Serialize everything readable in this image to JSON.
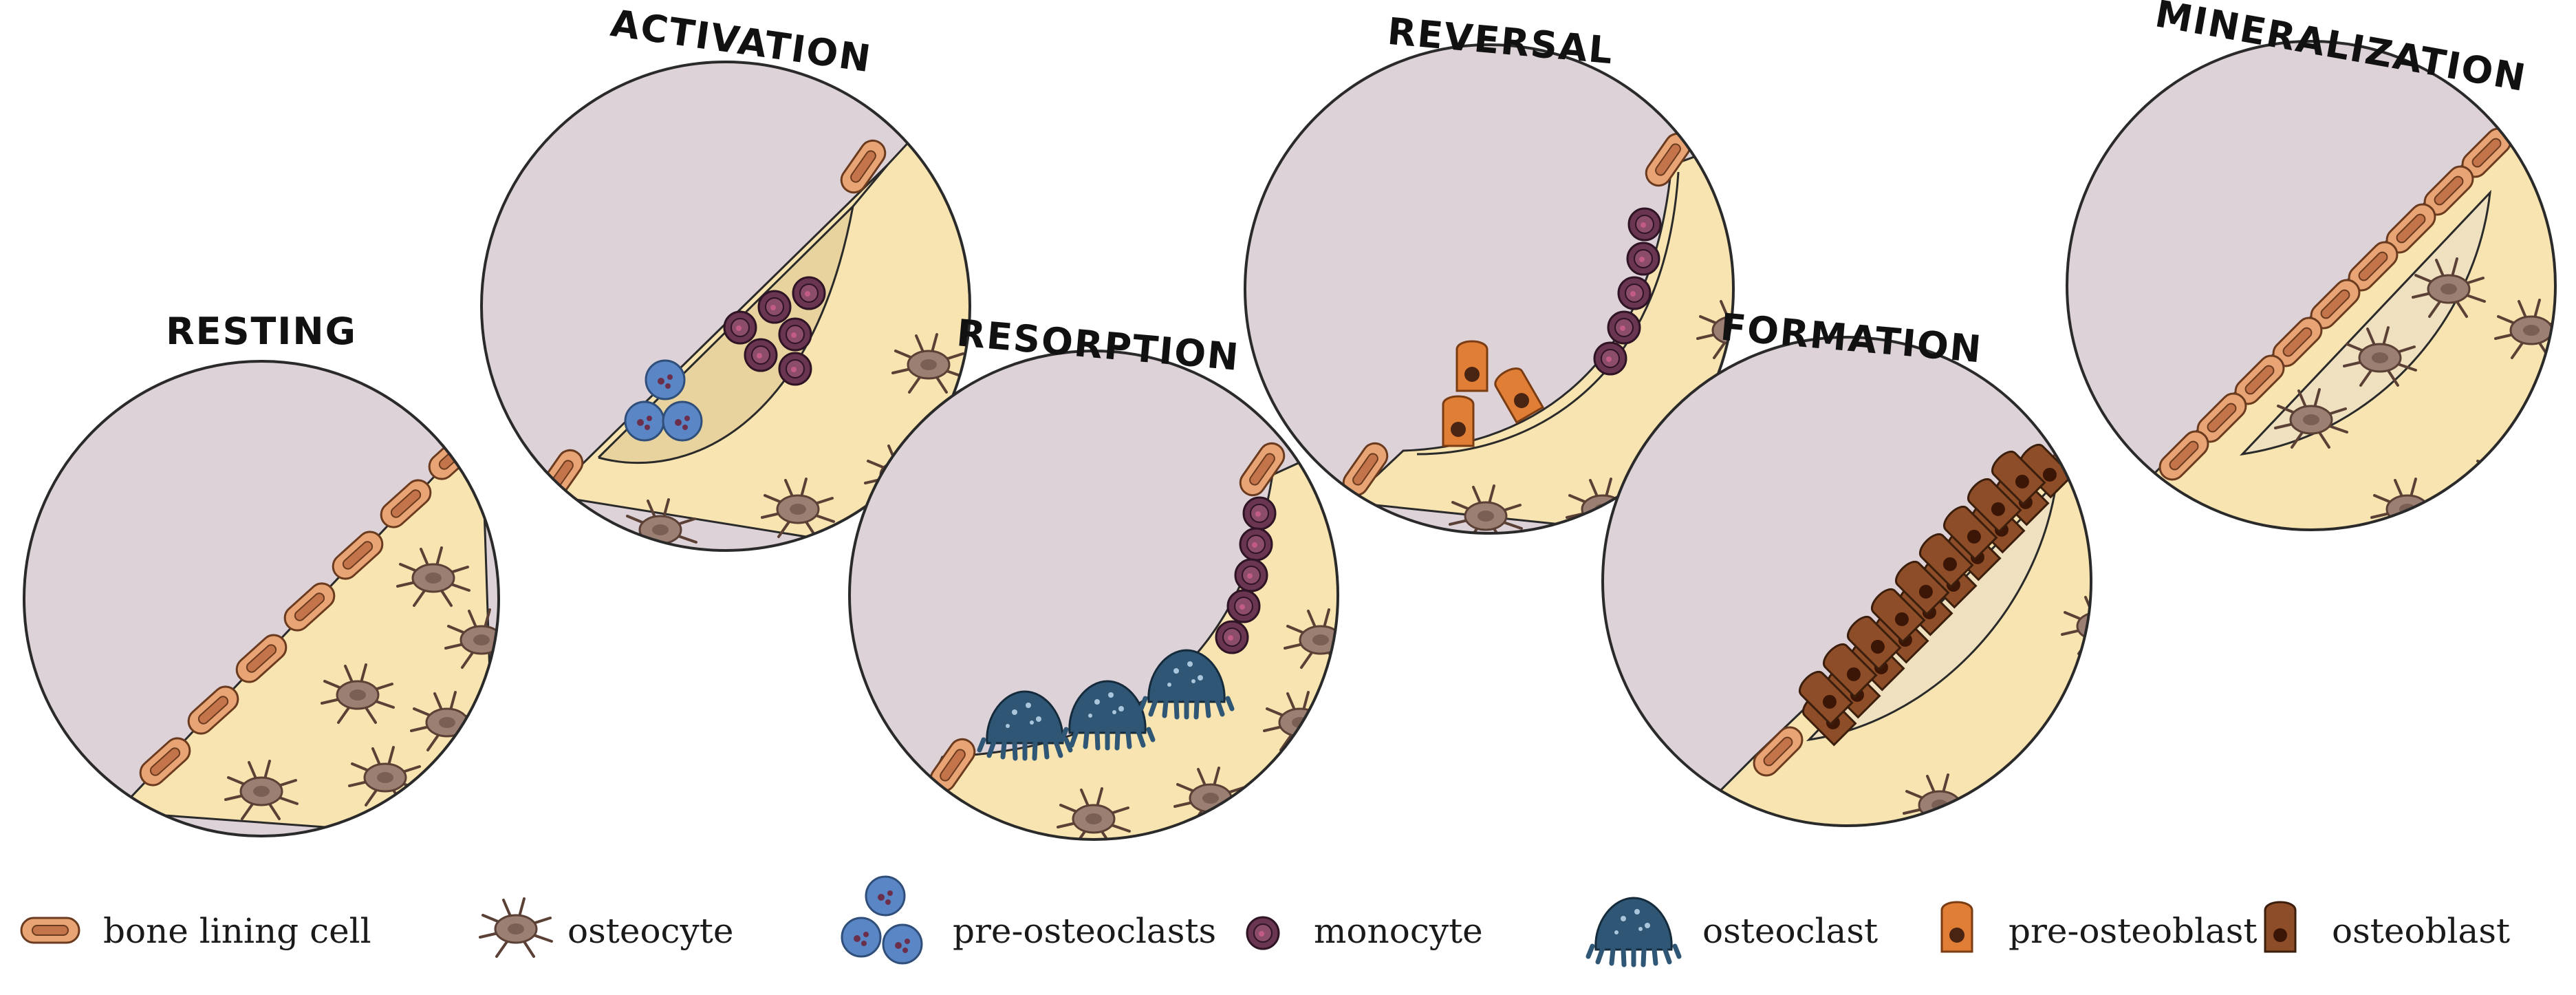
{
  "stages": [
    {
      "label": "RESTING"
    },
    {
      "label": "ACTIVATION"
    },
    {
      "label": "RESORPTION"
    },
    {
      "label": "REVERSAL"
    },
    {
      "label": "FORMATION"
    },
    {
      "label": "MINERALIZATION"
    }
  ],
  "legend": [
    {
      "label": "bone lining cell",
      "icon": "bone-lining-cell-icon"
    },
    {
      "label": "osteocyte",
      "icon": "osteocyte-icon"
    },
    {
      "label": "pre-osteoclasts",
      "icon": "pre-osteoclasts-icon"
    },
    {
      "label": "monocyte",
      "icon": "monocyte-icon"
    },
    {
      "label": "osteoclast",
      "icon": "osteoclast-icon"
    },
    {
      "label": "pre-osteoblast",
      "icon": "pre-osteoblast-icon"
    },
    {
      "label": "osteoblast",
      "icon": "osteoblast-icon"
    }
  ],
  "colors": {
    "marrow": "#ddd2d8",
    "bone": "#f7e4b0",
    "cavity": "#e8d39e",
    "new_bone": "#efe1c0",
    "lining_cell": "#e8a474",
    "osteocyte": "#9c7f73",
    "pre_osteoclast": "#5a86c6",
    "monocyte": "#6a3550",
    "osteoclast": "#2f5775",
    "pre_osteoblast": "#e07e35",
    "osteoblast": "#8c4d28",
    "outline": "#2a2a2a"
  }
}
